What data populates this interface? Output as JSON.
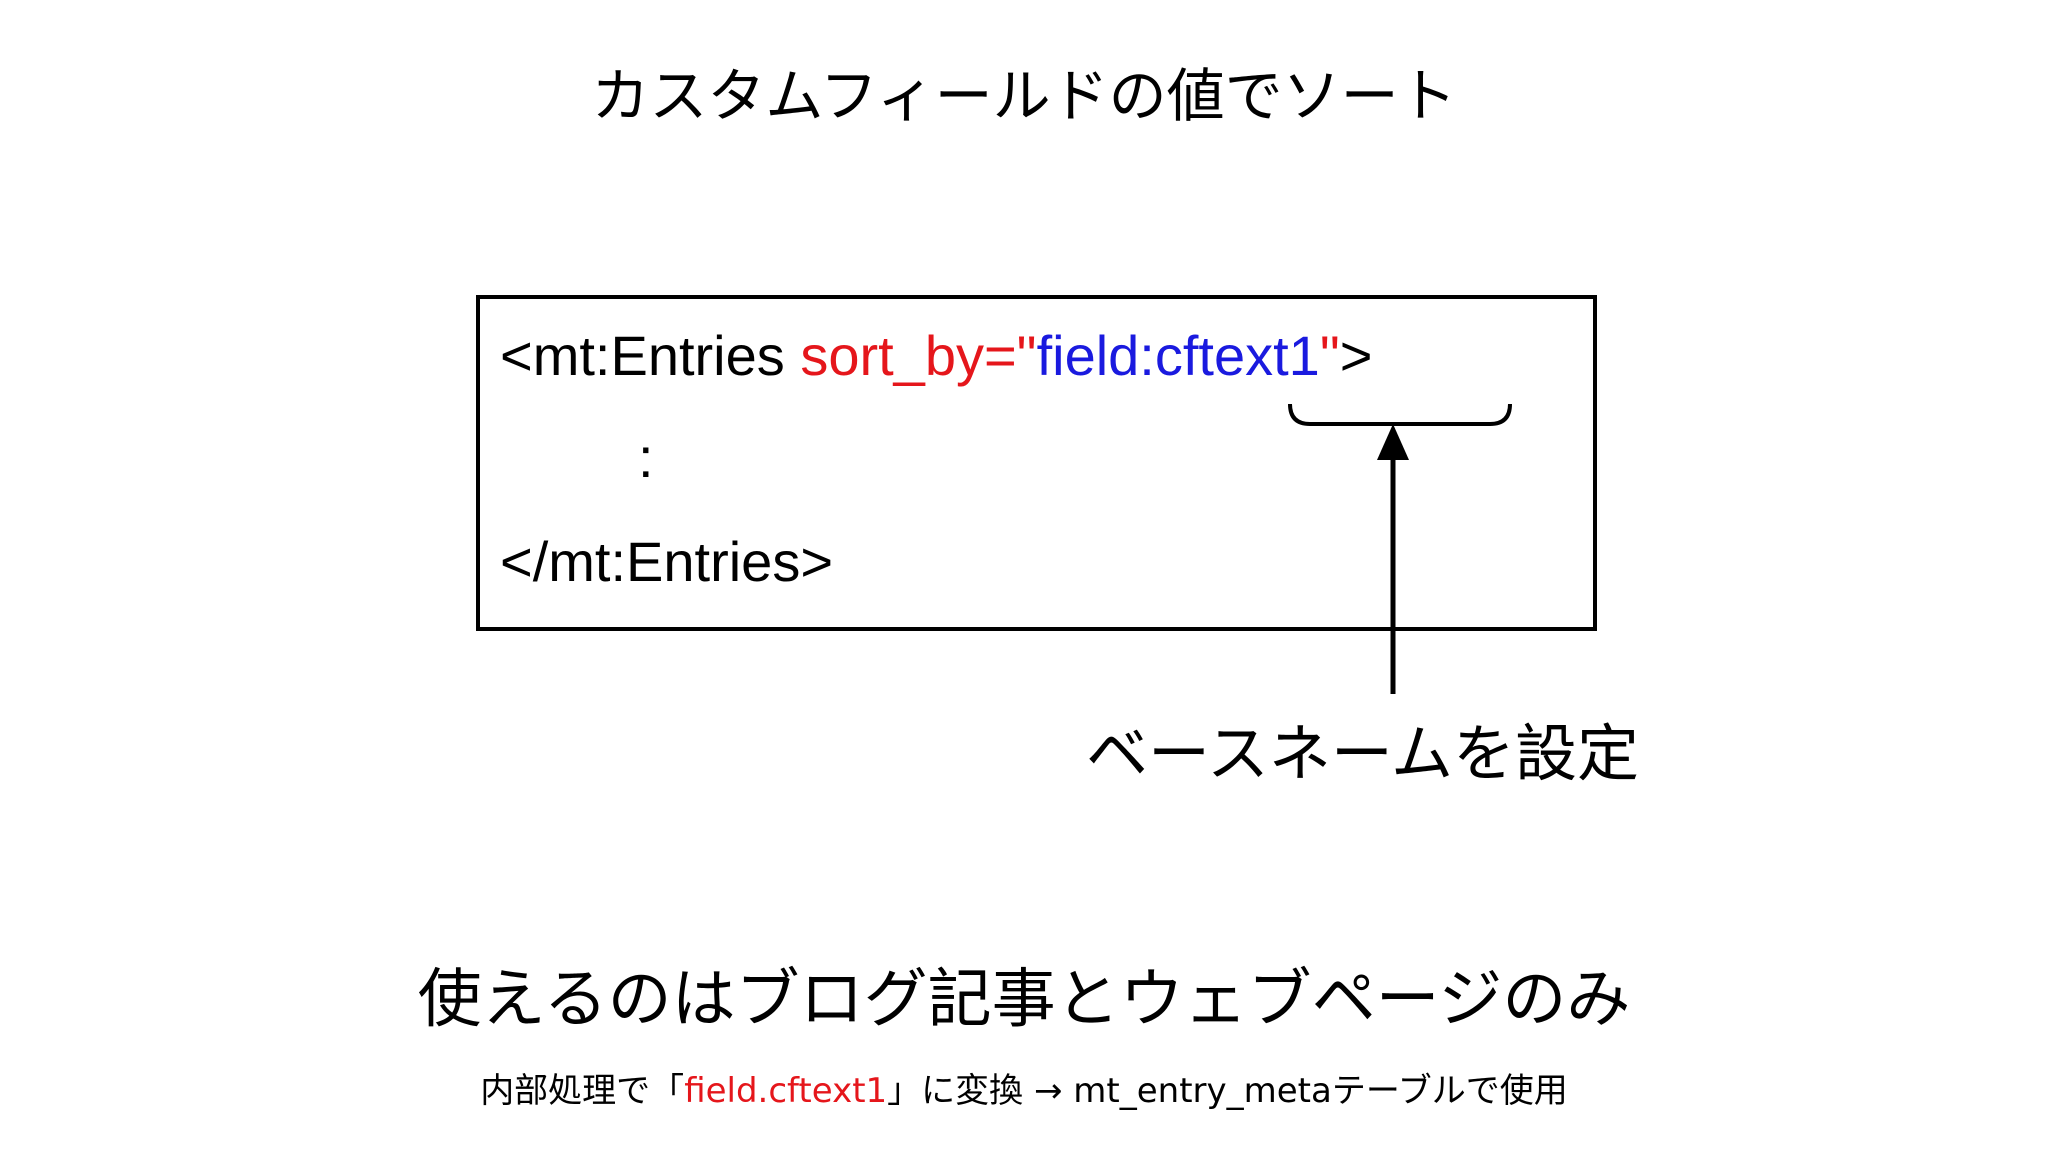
{
  "slide": {
    "title": "カスタムフィールドの値でソート",
    "code": {
      "line1_tag_open": "<mt:Entries ",
      "line1_attr": "sort_by=",
      "line1_quote_open": "\"",
      "line1_value_prefix": "field:",
      "line1_value_basename": "cftext1",
      "line1_quote_close": "\"",
      "line1_tag_close": ">",
      "line2": ":",
      "line3": "</mt:Entries>"
    },
    "annotation_label": "ベースネームを設定",
    "subtitle": "使えるのはブログ記事とウェブページのみ",
    "note": {
      "prefix": "内部処理で「",
      "highlight": "field.cftext1",
      "suffix": "」に変換 → mt_entry_metaテーブルで使用"
    },
    "colors": {
      "attribute": "#e5161b",
      "value": "#1a1adf",
      "text": "#000000",
      "background": "#ffffff"
    }
  }
}
